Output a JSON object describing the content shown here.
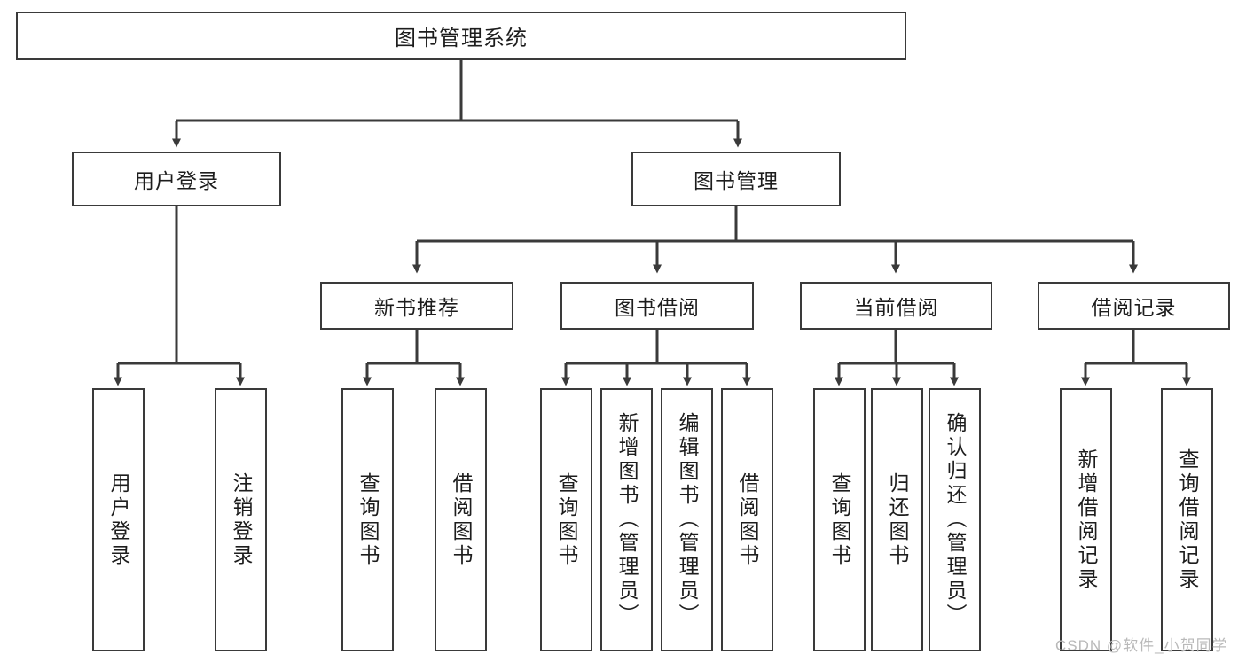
{
  "diagram": {
    "title": "图书管理系统",
    "type": "tree",
    "root": {
      "label": "图书管理系统"
    },
    "level2": [
      {
        "label": "用户登录"
      },
      {
        "label": "图书管理"
      }
    ],
    "level3": [
      {
        "label": "新书推荐"
      },
      {
        "label": "图书借阅"
      },
      {
        "label": "当前借阅"
      },
      {
        "label": "借阅记录"
      }
    ],
    "leaves": {
      "user_login": [
        {
          "label": "用户登录"
        },
        {
          "label": "注销登录"
        }
      ],
      "new_book_recommend": [
        {
          "label": "查询图书"
        },
        {
          "label": "借阅图书"
        }
      ],
      "book_borrow": [
        {
          "label": "查询图书"
        },
        {
          "label": "新增图书（管理员）"
        },
        {
          "label": "编辑图书（管理员）"
        },
        {
          "label": "借阅图书"
        }
      ],
      "current_borrow": [
        {
          "label": "查询图书"
        },
        {
          "label": "归还图书"
        },
        {
          "label": "确认归还（管理员）"
        }
      ],
      "borrow_record": [
        {
          "label": "新增借阅记录"
        },
        {
          "label": "查询借阅记录"
        }
      ]
    }
  },
  "watermark": {
    "text": "CSDN @软件_小贺同学"
  },
  "colors": {
    "box_border": "#3a3a3a",
    "box_fill": "#ffffff",
    "text": "#1d1d1d",
    "connector": "#3a3a3a",
    "watermark": "#b9b9b9",
    "background": "#ffffff"
  }
}
